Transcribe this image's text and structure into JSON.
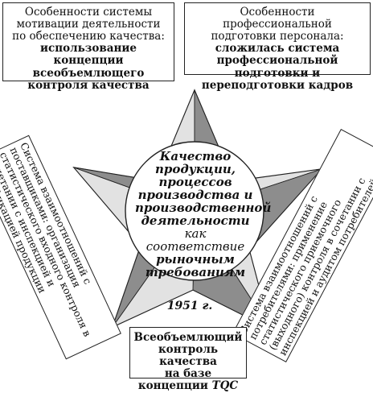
{
  "colors": {
    "star_fill": "#b7b7b7",
    "star_light": "#e2e2e2",
    "star_dark": "#8d8d8d",
    "circle": "#ffffff",
    "border": "#222222"
  },
  "boxes": {
    "top_left": {
      "normal": "Особенности системы мотивации деятельности по обеспечению качества: ",
      "bold": "использование концепции всеобъемлющего контроля качества"
    },
    "top_right": {
      "normal": "Особенности профессиональной подготовки персонала: ",
      "bold": "сложилась система профессиональной подготовки и переподготовки кадров"
    },
    "left": "Система взаимоотношений с поставщиками: организация статистического входного контроля в сочетании с инспекцией и сертификацией продукции",
    "right": "Система взаимоотношений с потребителями: применение статистического приемочного (выходного) контроля в сочетании с инспекцией и аудитом потребителей",
    "bottom": {
      "line1": "Всеобъемлющий",
      "line2": "контроль качества",
      "line3_prefix": "на базе концепции ",
      "line3_italic": "TQC"
    }
  },
  "center": {
    "bold_italic": "Качество продукции, процессов производства и производственной деятельности",
    "italic": "как соответствие",
    "bold_italic_2": "рыночным требованиям"
  },
  "year": "1951 г."
}
